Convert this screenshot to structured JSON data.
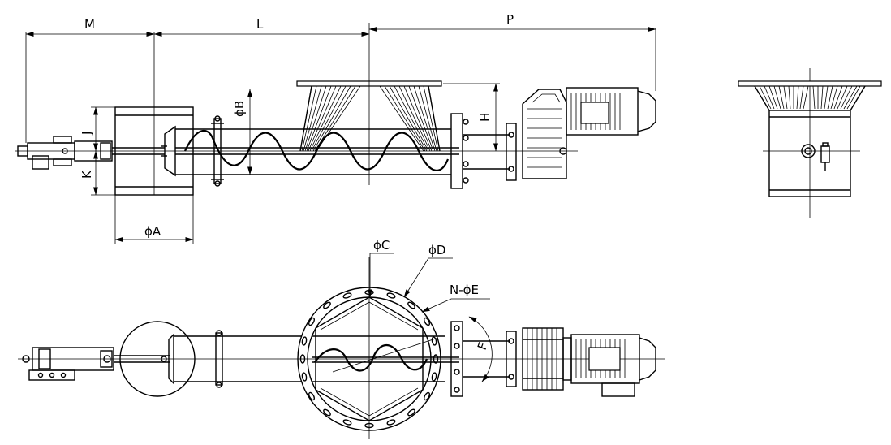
{
  "labels": {
    "m": "M",
    "l": "L",
    "p": "P",
    "h": "H",
    "j": "J",
    "k": "K",
    "dia_a": "ϕA",
    "dia_b": "ϕB",
    "dia_c": "ϕC",
    "dia_d": "ϕD",
    "n_dia_e": "N-ϕE",
    "f": "F"
  }
}
